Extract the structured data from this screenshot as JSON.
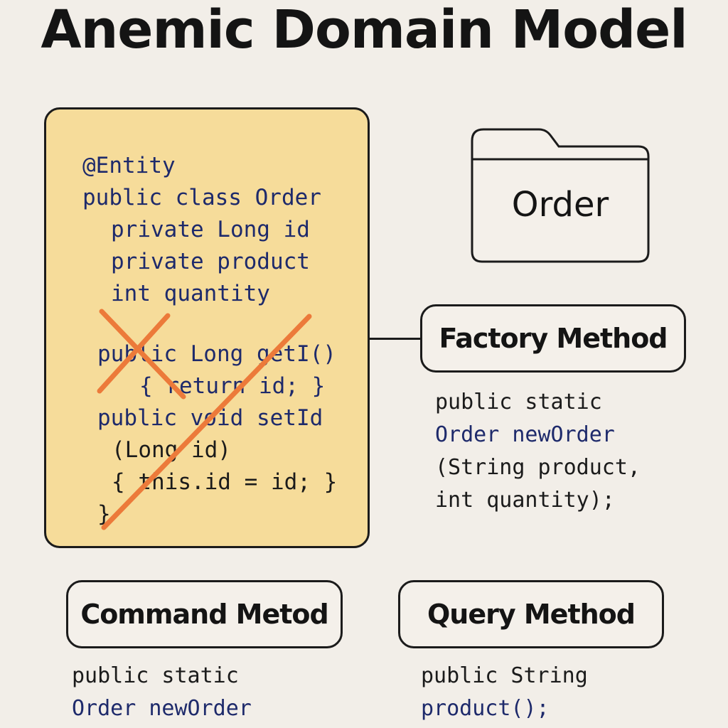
{
  "title": "Anemic Domain Model",
  "entity_code": {
    "lines": [
      "@Entity",
      "public class Order",
      "private Long id",
      "private product",
      "int quantity",
      "public Long getI()",
      "{ return id; }",
      "public void setId",
      "(Long id)",
      "{ this.id = id; }",
      "}"
    ],
    "struck_through": true
  },
  "folder": {
    "label": "Order",
    "icon": "folder-icon"
  },
  "factory_method": {
    "label": "Factory Method",
    "code": [
      "public static",
      "Order newOrder",
      "(String product,",
      "int quantity);"
    ]
  },
  "command_method": {
    "label": "Command Metod",
    "code": [
      "public static",
      "Order newOrder"
    ]
  },
  "query_method": {
    "label": "Query Method",
    "code": [
      "public String",
      "product();"
    ]
  },
  "colors": {
    "background": "#f2eee8",
    "code_card": "#f6dc9a",
    "strike": "#ec7a3a",
    "code_blue": "#1e2a6b",
    "border": "#1b1b1b"
  }
}
